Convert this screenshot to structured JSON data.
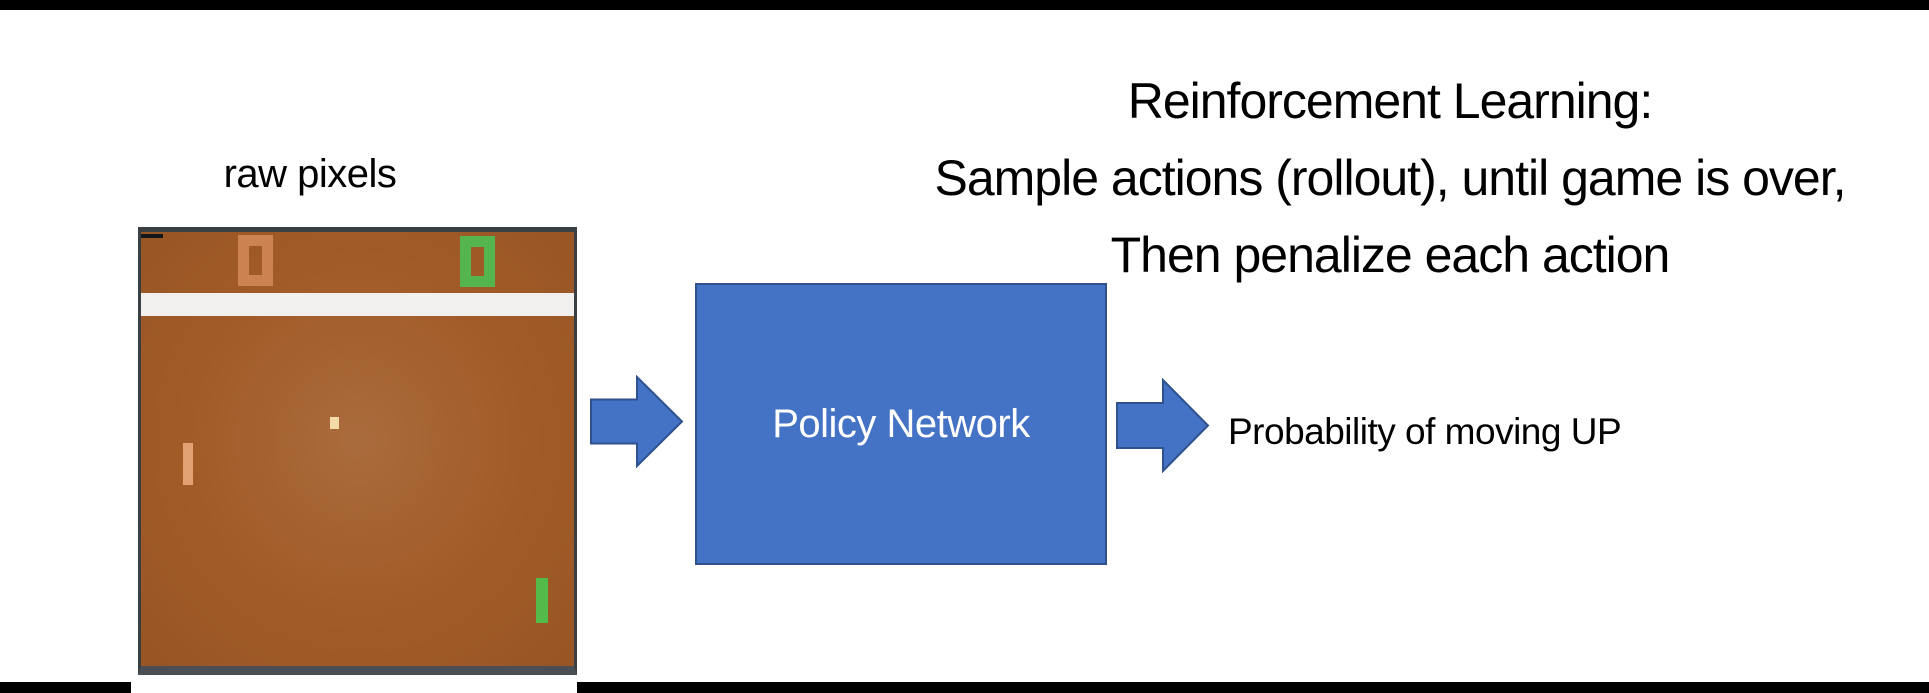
{
  "slide": {
    "title_lines": [
      "Reinforcement Learning:",
      "Sample actions (rollout), until game is over,",
      "Then penalize each action"
    ]
  },
  "pong": {
    "caption": "raw pixels",
    "left_score": "0",
    "right_score": "0"
  },
  "pipeline": {
    "box_label": "Policy Network",
    "output_label": "Probability of moving UP"
  },
  "colors": {
    "slide_background": "#ffffff",
    "bar_black": "#000000",
    "pong_field_brown": "#a15b27",
    "pong_border_dark": "#3a3f44",
    "pong_score_orange": "#cc8351",
    "pong_score_green": "#54b54e",
    "pong_divider_white": "#f1f0ee",
    "pong_ball_cream": "#f3daa7",
    "pong_paddle_tan": "#e3a274",
    "pong_paddle_green": "#52bb49",
    "ppt_blue_fill": "#4472c4",
    "ppt_blue_border": "#2f528f",
    "text_black": "#000000",
    "box_text_white": "#ffffff"
  }
}
